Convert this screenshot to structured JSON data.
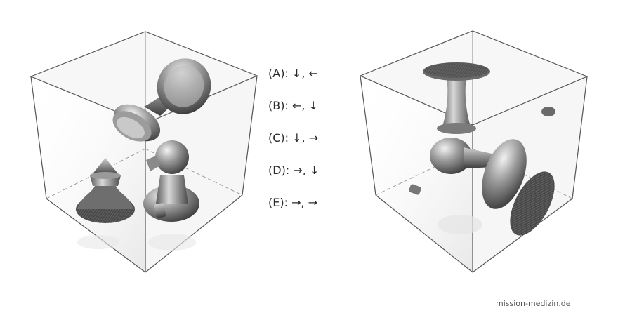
{
  "options": [
    {
      "letter": "(A):",
      "moves": "↓, ←"
    },
    {
      "letter": "(B):",
      "moves": "←, ↓"
    },
    {
      "letter": "(C):",
      "moves": "↓, →"
    },
    {
      "letter": "(D):",
      "moves": "→, ↓"
    },
    {
      "letter": "(E):",
      "moves": "→, →"
    }
  ],
  "credit": "mission-medizin.de",
  "colors": {
    "edge": "#555555",
    "face": "#f4f4f4",
    "object": "#8a8a8a"
  }
}
